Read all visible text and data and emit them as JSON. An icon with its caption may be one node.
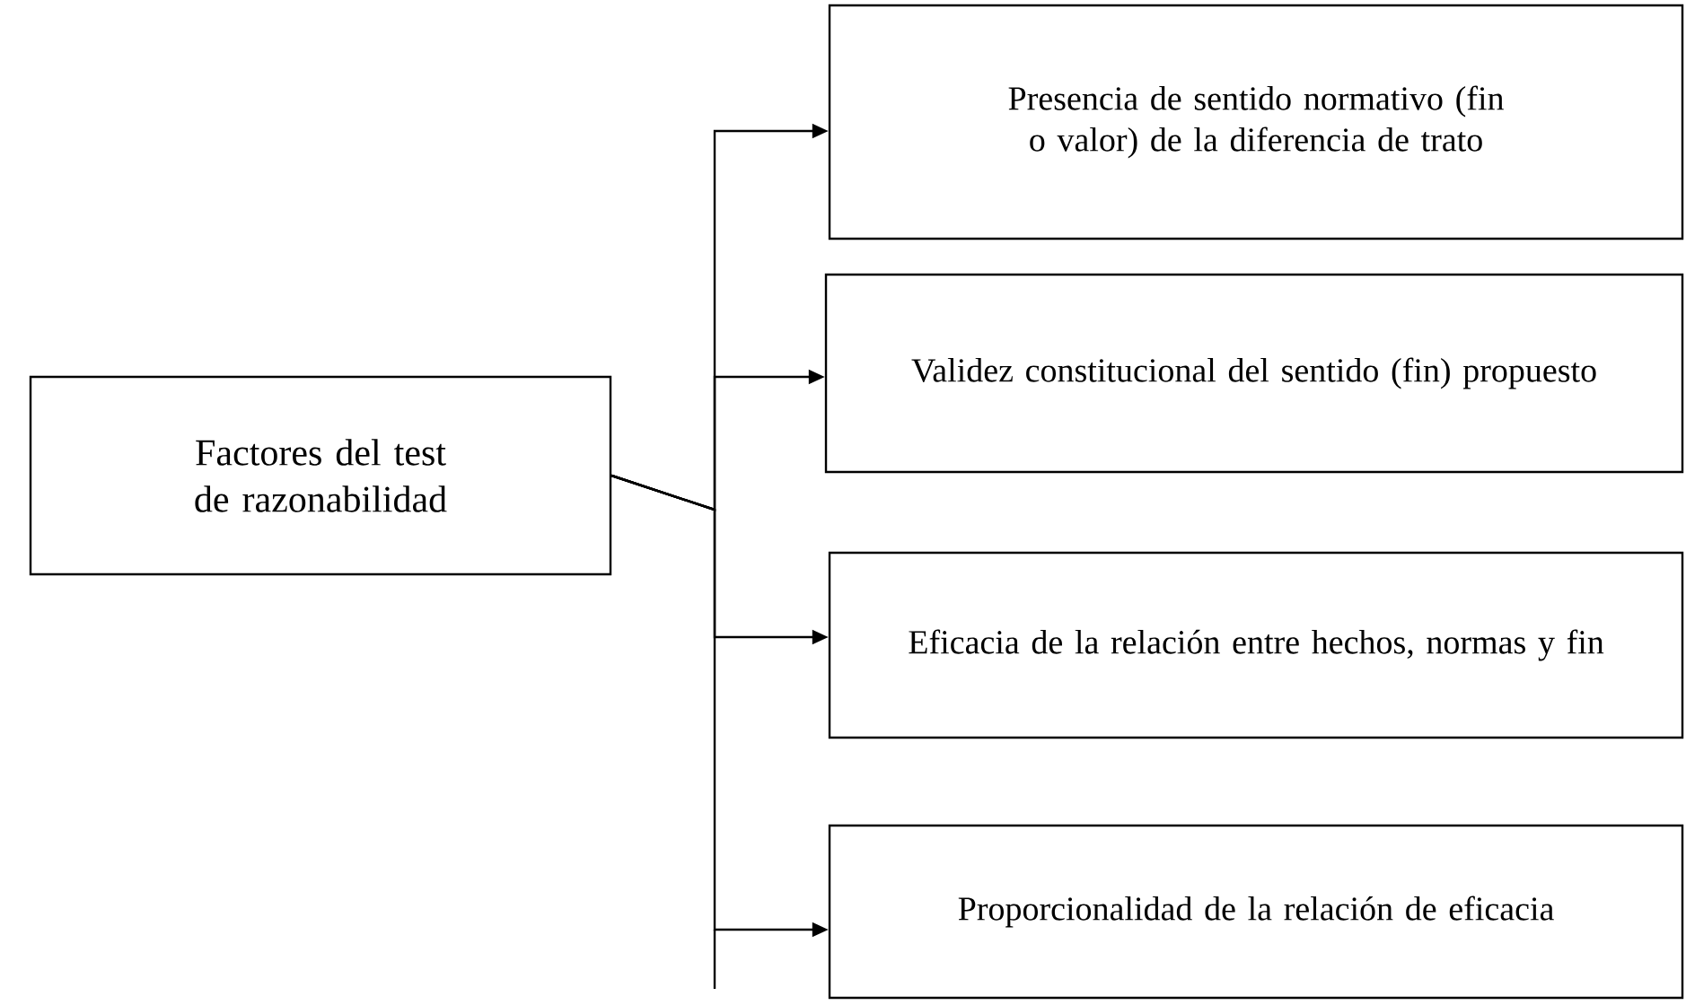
{
  "diagram": {
    "nodes": [
      {
        "text": [
          "Factores del test de razonabilidad"
        ]
      },
      {
        "text": [
          "Presencia de sentido normativo (fin o valor) de la diferencia de trato"
        ]
      },
      {
        "text": [
          "Validez constitucional del sentido (fin) propuesto"
        ]
      },
      {
        "text": [
          "Eficacia de la relación entre hechos, normas y fin"
        ]
      },
      {
        "text": [
          "Proporcionalidad de la relación de eficacia"
        ]
      }
    ],
    "edges": [
      {
        "from": 0,
        "to": 1,
        "arrow": "to"
      },
      {
        "from": 0,
        "to": 2,
        "arrow": "to"
      },
      {
        "from": 0,
        "to": 3,
        "arrow": "to"
      },
      {
        "from": 0,
        "to": 4,
        "arrow": "to"
      }
    ]
  }
}
